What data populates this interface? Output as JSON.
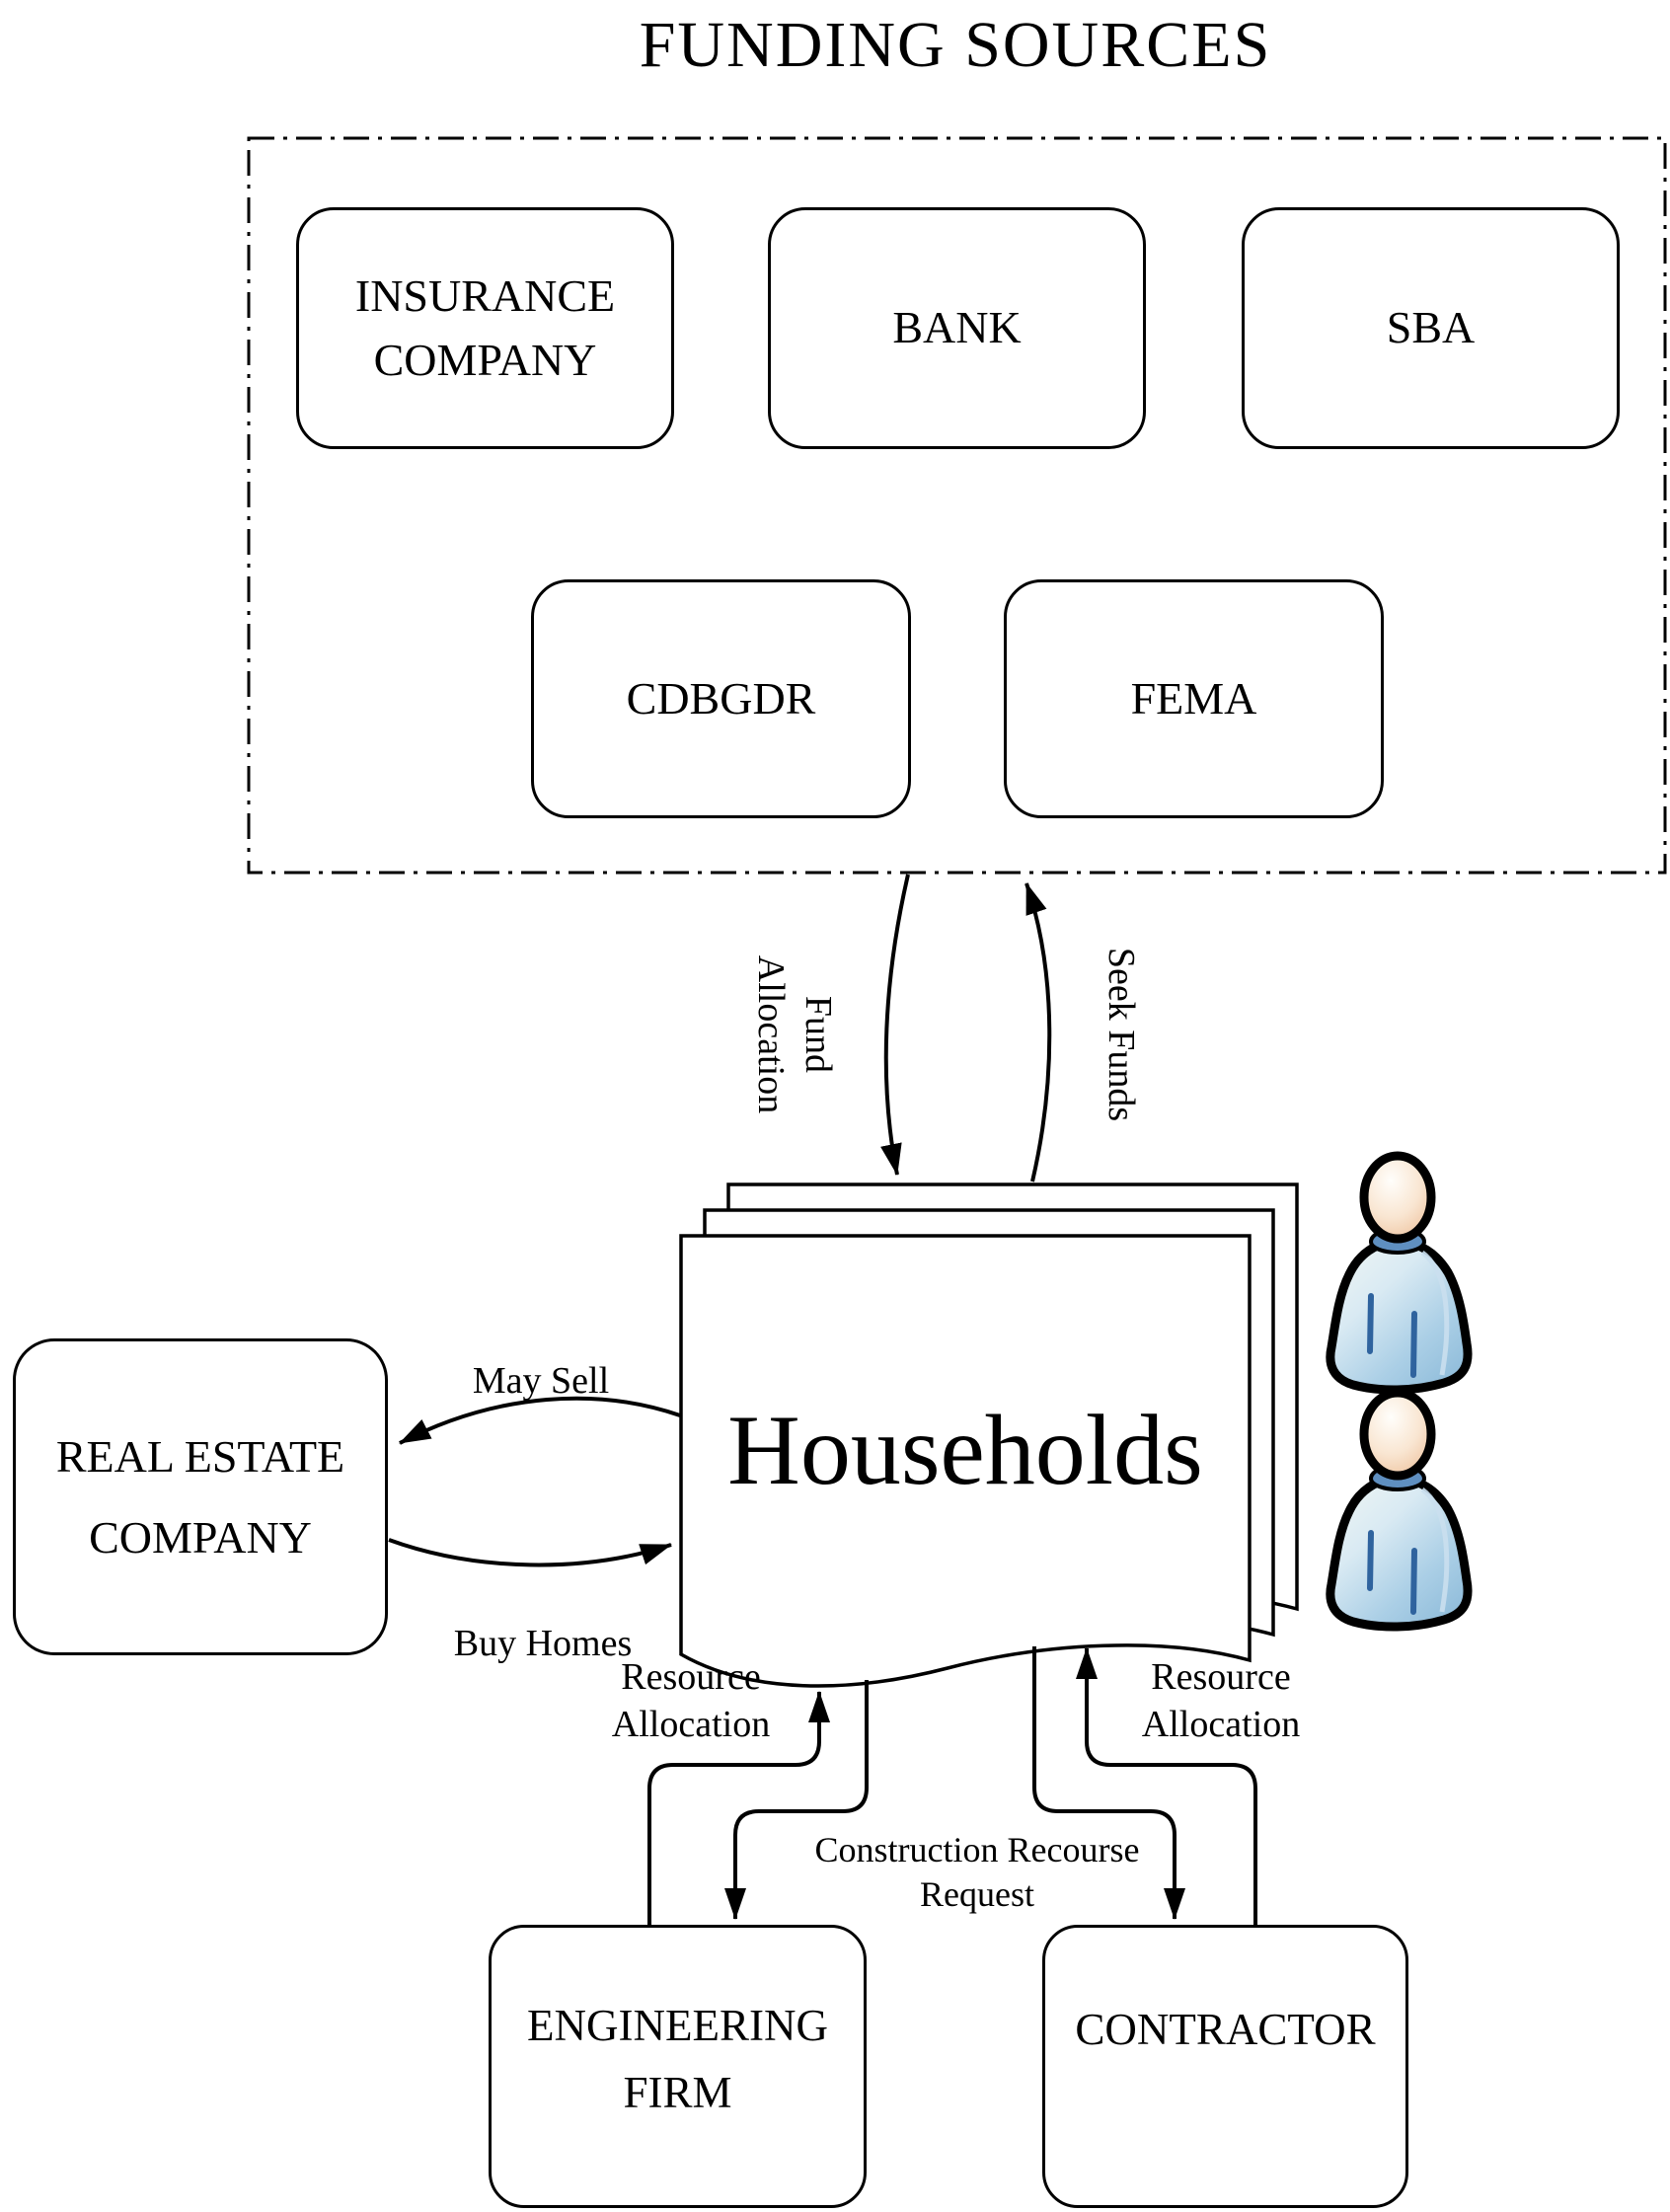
{
  "title": "FUNDING SOURCES",
  "funding_sources": {
    "group_name": "FUNDING SOURCES",
    "items": [
      "INSURANCE COMPANY",
      "BANK",
      "SBA",
      "CDBGDR",
      "FEMA"
    ]
  },
  "households": {
    "label": "Households"
  },
  "real_estate": {
    "label": "REAL ESTATE COMPANY"
  },
  "engineering_firm": {
    "label": "ENGINEERING FIRM"
  },
  "contractor": {
    "label": "CONTRACTOR"
  },
  "edges": {
    "fund_allocation": "Fund Allocation",
    "seek_funds": "Seek Funds",
    "may_sell": "May Sell",
    "buy_homes": "Buy Homes",
    "resource_allocation_left": "Resource Allocation",
    "resource_allocation_right": "Resource Allocation",
    "construction_recourse_request": "Construction Recourse Request"
  },
  "icons": {
    "person": "person-icon",
    "person_count": 2
  },
  "colors": {
    "line": "#000000",
    "background": "#ffffff",
    "person_head": "#f2cfae",
    "person_body_light": "#eef5f2",
    "person_body_blue": "#8fbcda",
    "person_collar": "#5f8fc0",
    "person_crease": "#2f639e"
  }
}
